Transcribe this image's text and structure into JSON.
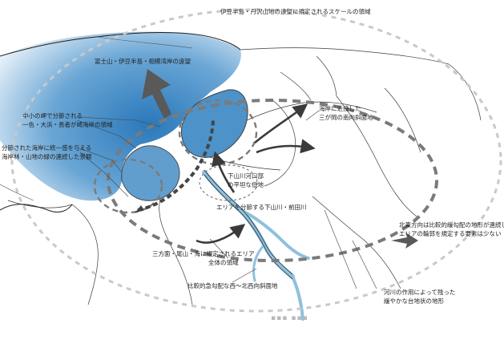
{
  "colors": {
    "sea_deep": "#2f7fbf",
    "sea_light": "#cfe3f4",
    "bay": "#74aed6",
    "outline": "#1f1f1f",
    "dashed_ring": "#c9c9c9",
    "dashed_inner": "#7a7a7a",
    "view_arrow": "#595959",
    "river": "#8ec0de"
  },
  "labels": {
    "outer_scope": "伊豆半島・丹沢山地の遠望に規定されるスケールの領域",
    "fuji_view": "富士山・伊豆半島・相模湾岸の遠望",
    "cape_split": [
      "中小の岬で分節される",
      "一色・大浜・長者が崎海岸の領域"
    ],
    "unifying": [
      "分節された海岸に統一感を与える",
      "海岸林・山地の緑の連続した景観"
    ],
    "south_slope": [
      "海岸に近接した",
      "三が岡の南向斜面地"
    ],
    "river_mouth": [
      "下山川河口部",
      "の平坦な低地"
    ],
    "river_divides": "エリアを分節する下山川・前田川",
    "ridge_scope": [
      "三方面・尾山・海に規定されるエリア",
      "全体の領域"
    ],
    "northeast": [
      "北東方向は比較的緩勾配の地形が連続し",
      "エリアの輪郭を規定する要素は少ない"
    ],
    "west_slope": "比較的急勾配な西～北西向斜面地",
    "terrace": [
      "河川の作用によって残った",
      "緩やかな台地状の地形"
    ],
    "bottom_faded": "▪▪▪ ▪▪▪"
  }
}
